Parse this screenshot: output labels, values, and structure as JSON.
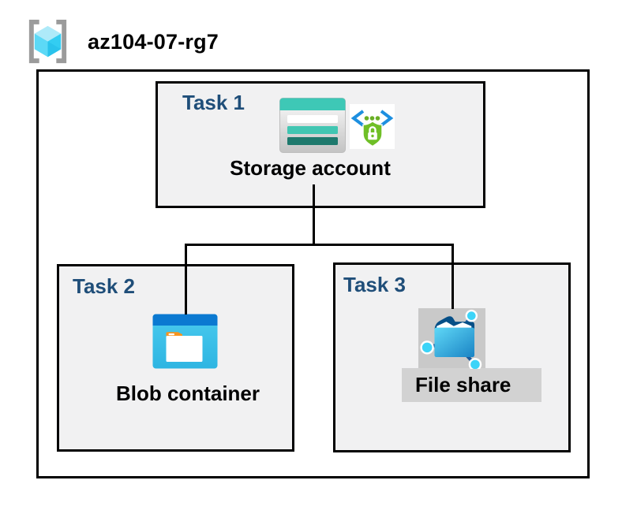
{
  "header": {
    "resource_group_name": "az104-07-rg7"
  },
  "tasks": [
    {
      "label": "Task 1",
      "node_label": "Storage account",
      "icons": [
        "storage-account-icon",
        "secure-access-sas-icon"
      ]
    },
    {
      "label": "Task 2",
      "node_label": "Blob container",
      "icons": [
        "blob-container-icon"
      ]
    },
    {
      "label": "Task 3",
      "node_label": "File share",
      "icons": [
        "file-share-icon"
      ]
    }
  ],
  "connections": [
    {
      "from": "Storage account",
      "to": "Blob container"
    },
    {
      "from": "Storage account",
      "to": "File share"
    }
  ],
  "colors": {
    "task_label_blue": "#1f4e79",
    "task_box_fill": "#f1f1f2",
    "border_black": "#000000",
    "storage_teal": "#3ec8b6",
    "storage_teal_dark": "#1e796d",
    "blob_header_blue": "#0b79d1",
    "blob_body_cyan": "#3cc3ea",
    "folder_tab_orange": "#f7941e",
    "sas_bracket_blue": "#1d8fe0",
    "sas_shield_green": "#6fbf27",
    "file_share_navy": "#064f87",
    "file_share_cyan": "#3cd4f8",
    "rg_bracket_gray": "#9b9b9b",
    "rg_cube_cyan": "#50d7f5",
    "fs_icon_bg_gray": "#c9c9c9",
    "fs_label_bg_gray": "#d2d2d2"
  }
}
